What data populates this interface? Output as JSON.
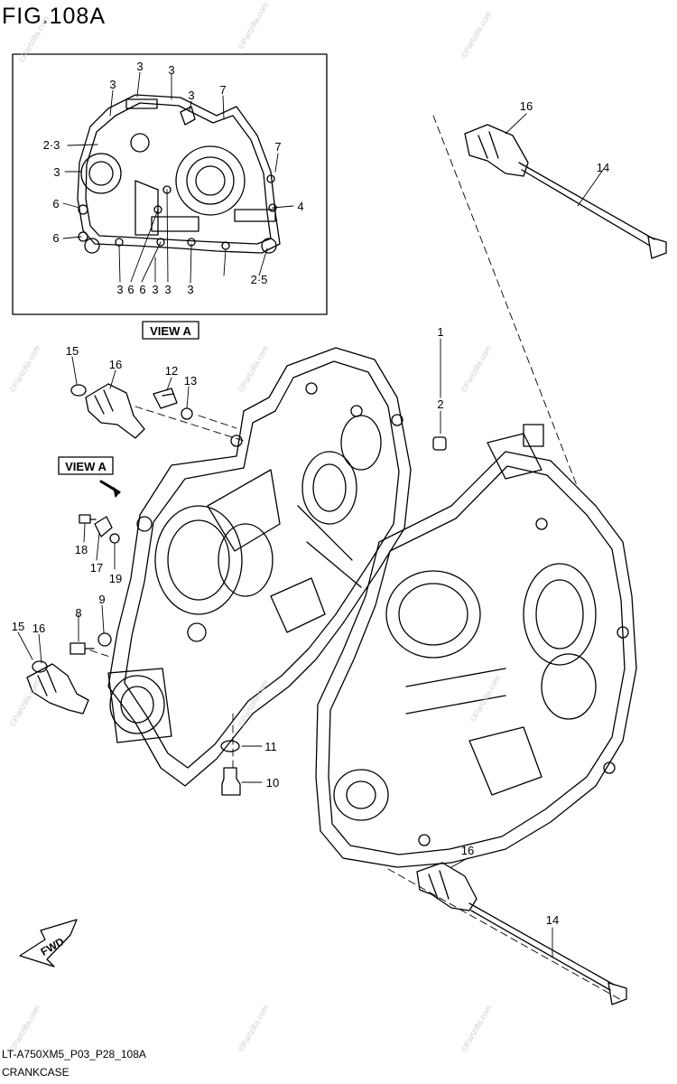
{
  "figure": {
    "title": "FIG.108A",
    "view_a_box_label": "VIEW A",
    "view_a_arrow_label": "VIEW A",
    "fwd_label": "FWD",
    "code": "LT-A750XM5_P03_P28_108A",
    "name": "CRANKCASE"
  },
  "inset_callouts": [
    "3",
    "3",
    "3",
    "3",
    "7",
    "2·3",
    "7",
    "3",
    "6",
    "4",
    "6",
    "3",
    "6",
    "6",
    "3",
    "3",
    "3",
    "2·5"
  ],
  "main_callouts": [
    "1",
    "2",
    "15",
    "16",
    "12",
    "13",
    "18",
    "17",
    "19",
    "9",
    "8",
    "15",
    "16",
    "11",
    "10",
    "16",
    "14",
    "16",
    "14"
  ],
  "watermark": "©Partzilla.com"
}
